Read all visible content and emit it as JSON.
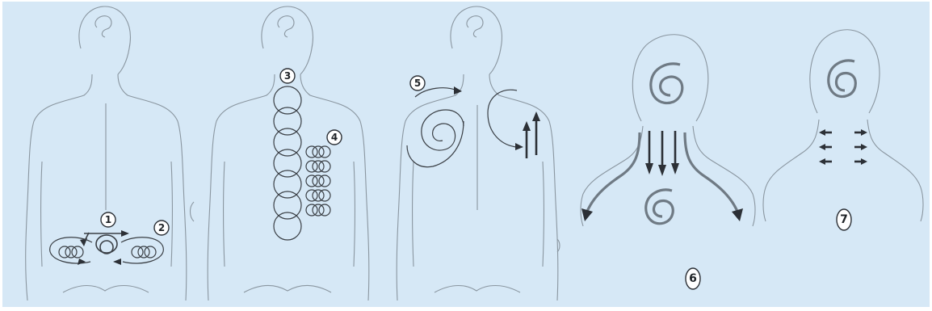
{
  "figures": [
    {
      "label": "1"
    },
    {
      "label": "2"
    },
    {
      "label": "3"
    },
    {
      "label": "4"
    },
    {
      "label": "5"
    },
    {
      "label": "6"
    },
    {
      "label": "7"
    }
  ],
  "colors": {
    "panel_background": "#d6e8f6",
    "outline": "#8a96a0",
    "marks": "#2c3036"
  }
}
